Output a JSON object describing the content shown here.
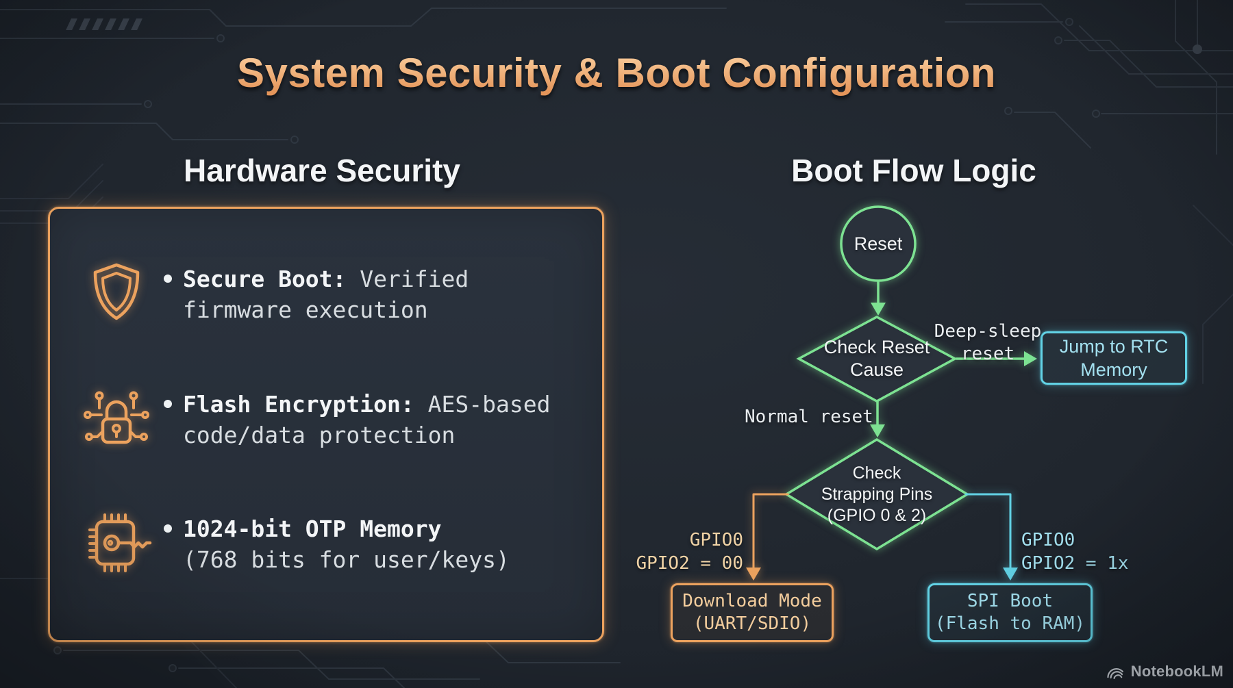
{
  "title": "System Security & Boot Configuration",
  "hardware": {
    "heading": "Hardware Security",
    "items": [
      {
        "icon": "shield-icon",
        "label": "Secure Boot:",
        "rest": " Verified",
        "line2": "firmware execution"
      },
      {
        "icon": "encrypted-lock-icon",
        "label": "Flash Encryption:",
        "rest": " AES-based",
        "line2": "code/data protection"
      },
      {
        "icon": "chip-key-icon",
        "label": "1024-bit OTP Memory",
        "rest": "",
        "line2": "(768 bits for user/keys)"
      }
    ]
  },
  "bootflow": {
    "heading": "Boot Flow Logic",
    "nodes": {
      "reset": "Reset",
      "check_reset_cause": "Check Reset\nCause",
      "check_strapping": "Check\nStrapping Pins\n(GPIO 0 & 2)",
      "jump_rtc": "Jump to RTC\nMemory",
      "download_mode": "Download Mode\n(UART/SDIO)",
      "spi_boot": "SPI Boot\n(Flash to RAM)"
    },
    "edges": {
      "deep_sleep": "Deep-sleep\nreset",
      "normal_reset": "Normal reset",
      "gpio_download": "GPIO0\nGPIO2 = 00",
      "gpio_spi": "GPIO0\nGPIO2 = 1x"
    }
  },
  "watermark": "NotebookLM",
  "colors": {
    "bg": "#21272f",
    "panel": "#28303a",
    "orange": "#eca25e",
    "peach-text": "#f3cd9d",
    "green": "#7de292",
    "cyan": "#62d2e5",
    "cyan-text": "#a3e0ef",
    "white": "#f3f5f7",
    "dim": "#d8dde1",
    "mono-label": "#e9edf0",
    "gpio-left": "#f0d3a6",
    "trace": "#2f3741",
    "trace-bright": "#3b434e",
    "watermark": "#c6ccd3",
    "title-hi": "#f7c694",
    "title-lo": "#e4955a"
  }
}
